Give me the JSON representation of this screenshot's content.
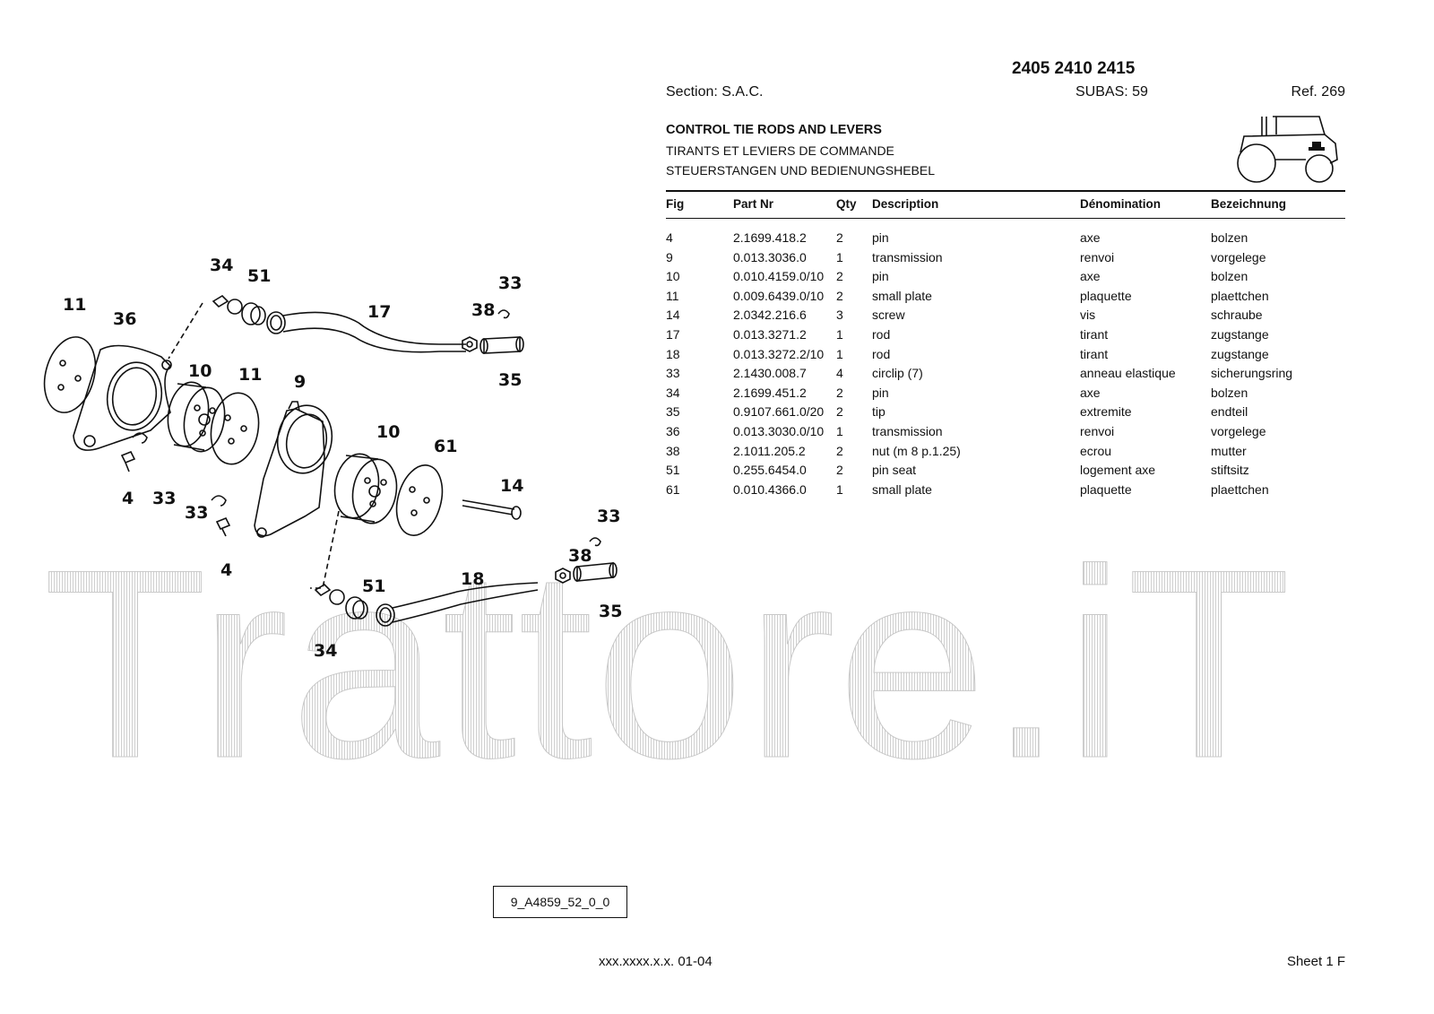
{
  "header": {
    "models": "2405 2410 2415",
    "section": "Section: S.A.C.",
    "subas": "SUBAS: 59",
    "ref": "Ref. 269"
  },
  "titles": {
    "en": "CONTROL TIE RODS AND LEVERS",
    "fr": "TIRANTS ET LEVIERS DE COMMANDE",
    "de": "STEUERSTANGEN UND BEDIENUNGSHEBEL"
  },
  "table": {
    "headers": [
      "Fig",
      "Part Nr",
      "Qty",
      "Description",
      "Dénomination",
      "Bezeichnung"
    ],
    "rows": [
      [
        "4",
        "2.1699.418.2",
        "2",
        "pin",
        "axe",
        "bolzen"
      ],
      [
        "9",
        "0.013.3036.0",
        "1",
        "transmission",
        "renvoi",
        "vorgelege"
      ],
      [
        "10",
        "0.010.4159.0/10",
        "2",
        "pin",
        "axe",
        "bolzen"
      ],
      [
        "11",
        "0.009.6439.0/10",
        "2",
        "small plate",
        "plaquette",
        "plaettchen"
      ],
      [
        "14",
        "2.0342.216.6",
        "3",
        "screw",
        "vis",
        "schraube"
      ],
      [
        "17",
        "0.013.3271.2",
        "1",
        "rod",
        "tirant",
        "zugstange"
      ],
      [
        "18",
        "0.013.3272.2/10",
        "1",
        "rod",
        "tirant",
        "zugstange"
      ],
      [
        "33",
        "2.1430.008.7",
        "4",
        "circlip (7)",
        "anneau elastique",
        "sicherungsring"
      ],
      [
        "34",
        "2.1699.451.2",
        "2",
        "pin",
        "axe",
        "bolzen"
      ],
      [
        "35",
        "0.9107.661.0/20",
        "2",
        "tip",
        "extremite",
        "endteil"
      ],
      [
        "36",
        "0.013.3030.0/10",
        "1",
        "transmission",
        "renvoi",
        "vorgelege"
      ],
      [
        "38",
        "2.1011.205.2",
        "2",
        "nut (m 8 p.1.25)",
        "ecrou",
        "mutter"
      ],
      [
        "51",
        "0.255.6454.0",
        "2",
        "pin seat",
        "logement axe",
        "stiftsitz"
      ],
      [
        "61",
        "0.010.4366.0",
        "1",
        "small plate",
        "plaquette",
        "plaettchen"
      ]
    ]
  },
  "diagram": {
    "callouts": [
      "11",
      "36",
      "34",
      "51",
      "17",
      "38",
      "33",
      "35",
      "10",
      "11",
      "9",
      "4",
      "33",
      "33",
      "4",
      "10",
      "61",
      "14",
      "33",
      "38",
      "35",
      "51",
      "18",
      "34"
    ]
  },
  "drawing_code": "9_A4859_52_0_0",
  "footer": {
    "code": "xxx.xxxx.x.x. 01-04",
    "sheet": "Sheet 1 F"
  },
  "watermark": "Trattore.iT",
  "icons": {
    "tractor": "tractor-silhouette-icon"
  }
}
